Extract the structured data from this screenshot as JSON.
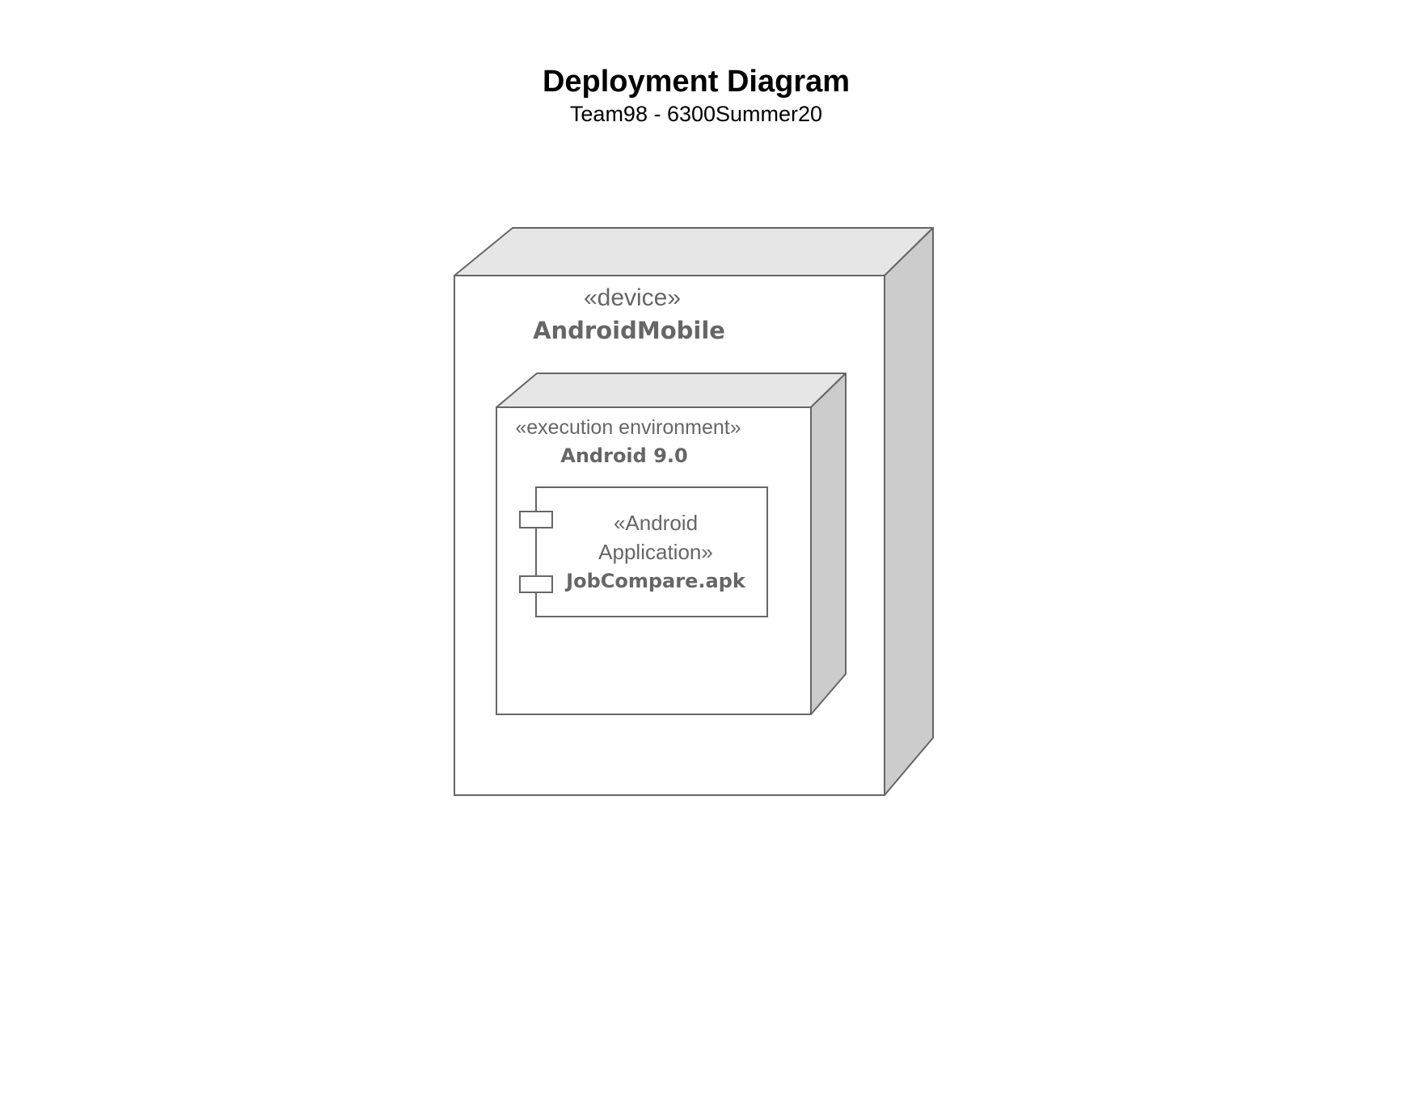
{
  "header": {
    "title": "Deployment Diagram",
    "subtitle": "Team98 - 6300Summer20"
  },
  "device_node": {
    "stereotype": "«device»",
    "name": "AndroidMobile"
  },
  "execution_environment_node": {
    "stereotype": "«execution environment»",
    "name": "Android 9.0"
  },
  "component": {
    "stereotype_line1": "«Android",
    "stereotype_line2": "Application»",
    "name": "JobCompare.apk"
  },
  "colors": {
    "stroke": "#666666",
    "top_face": "#e6e6e6",
    "side_face": "#cccccc",
    "front_face": "#ffffff",
    "text": "#666666"
  }
}
